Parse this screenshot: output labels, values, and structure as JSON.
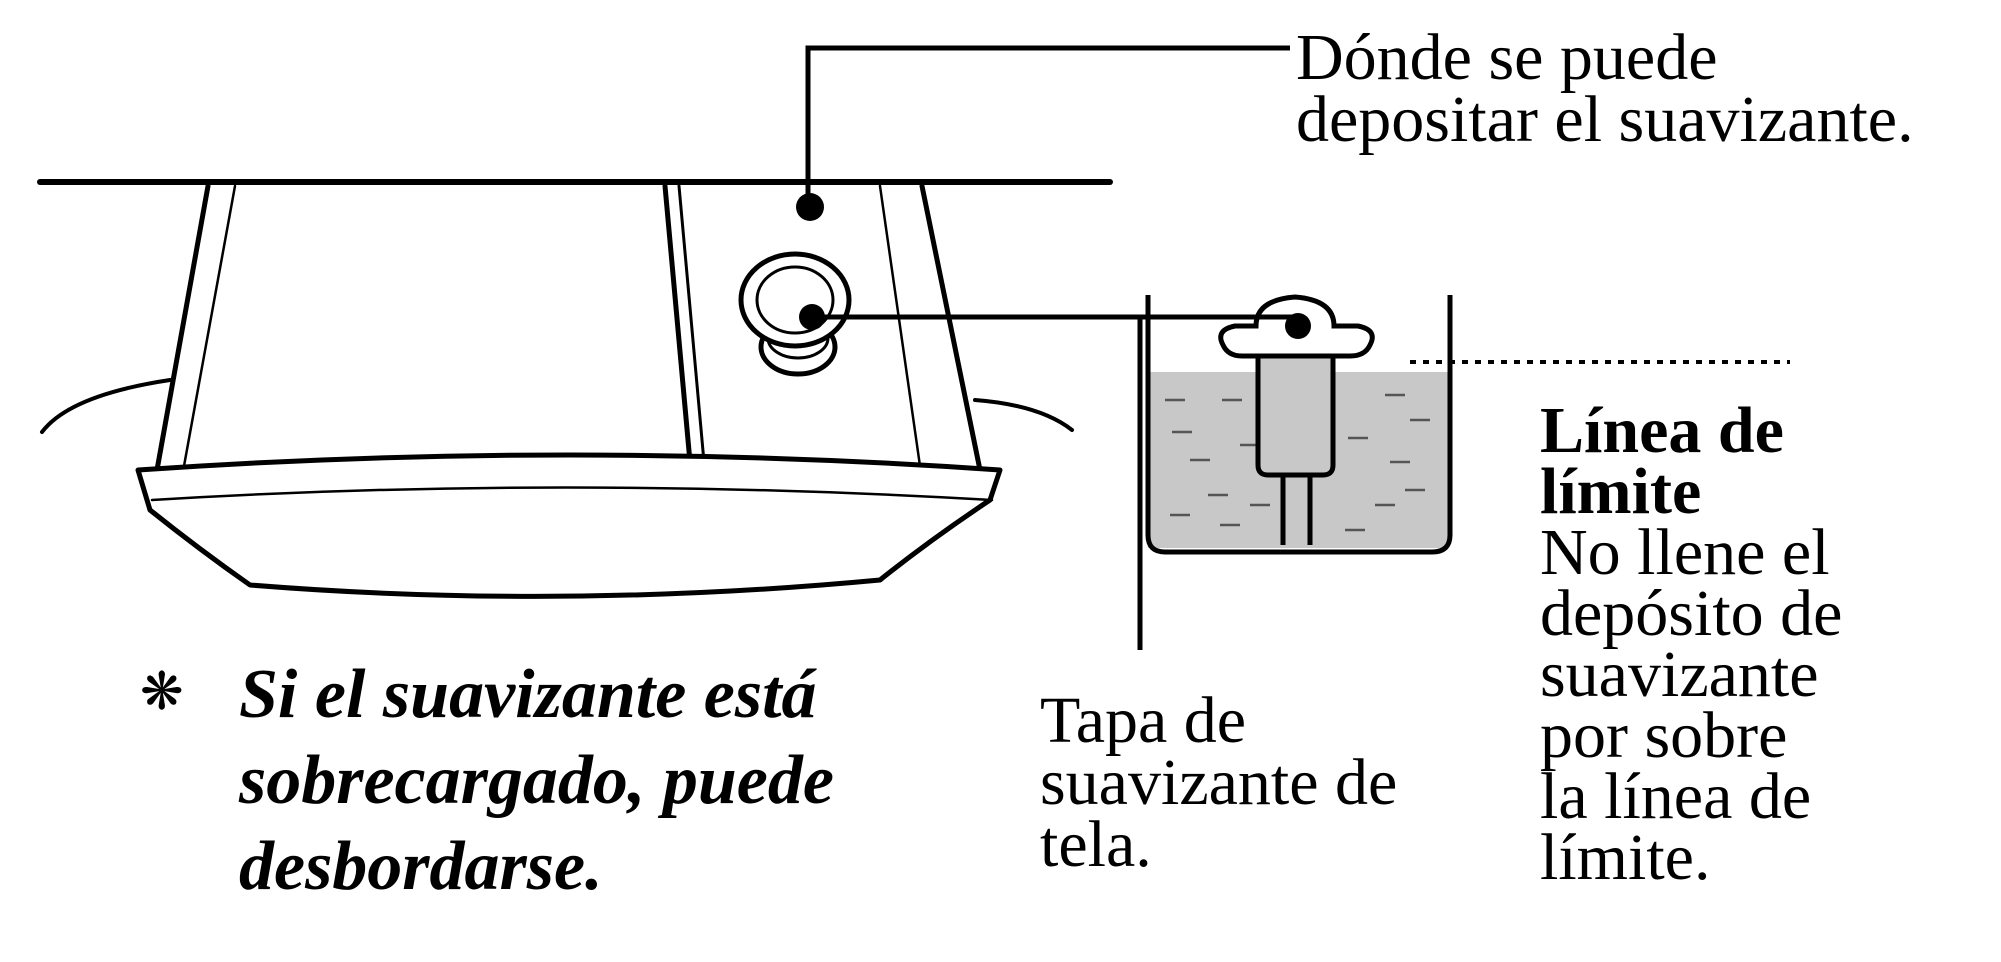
{
  "labels": {
    "where_line1": "Dónde se puede",
    "where_line2": "depositar el suavizante.",
    "limit_title_line1": "Línea de",
    "limit_title_line2": "límite",
    "limit_text": [
      "No llene el",
      "depósito de",
      "suavizante",
      "por sobre",
      "la línea de",
      "límite."
    ],
    "cap_lines": [
      "Tapa de",
      "suavizante de",
      "tela."
    ]
  },
  "warning": {
    "symbol": "❋",
    "lines": [
      "Si el suavizante está",
      "sobrecargado, puede",
      "desbordarse."
    ]
  },
  "colors": {
    "line": "#000000",
    "liquid": "#c8c8c8",
    "background": "#ffffff"
  }
}
